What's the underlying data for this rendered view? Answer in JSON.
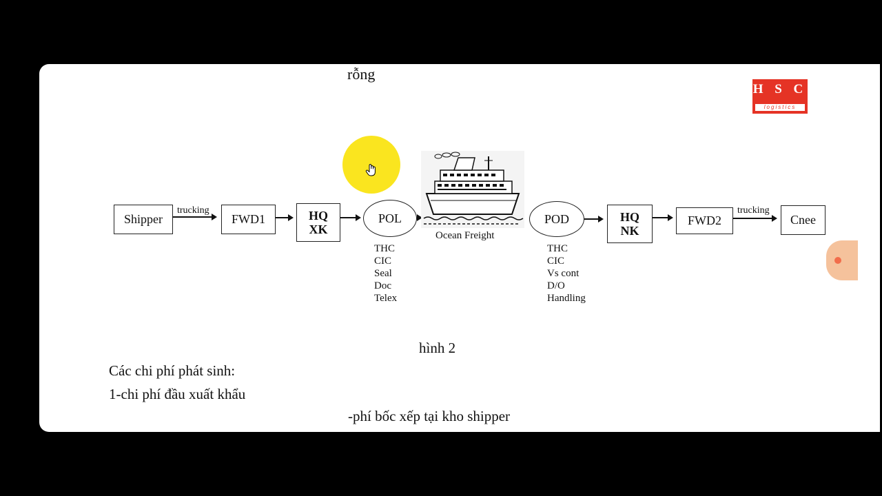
{
  "top_text": "rỗng",
  "logo": {
    "line1": "H S C",
    "line2": "logistics",
    "color": "#e53325"
  },
  "diagram": {
    "shipper": "Shipper",
    "trucking_left": "trucking",
    "fwd1": "FWD1",
    "hq_xk": {
      "line1": "HQ",
      "line2": "XK"
    },
    "pol": "POL",
    "ship_caption": "Ocean Freight",
    "pod": "POD",
    "hq_nk": {
      "line1": "HQ",
      "line2": "NK"
    },
    "fwd2": "FWD2",
    "trucking_right": "trucking",
    "cnee": "Cnee",
    "pol_costs": [
      "THC",
      "CIC",
      "Seal",
      "Doc",
      "Telex"
    ],
    "pod_costs": [
      "THC",
      "CIC",
      "Vs cont",
      "D/O",
      "Handling"
    ]
  },
  "caption": "hình 2",
  "body": {
    "line1": "Các chi phí phát sinh:",
    "line2": "1-chi phí đầu xuất khẩu",
    "line3": "-phí bốc xếp tại kho shipper"
  },
  "colors": {
    "highlight": "#fae51f",
    "background": "#000000"
  },
  "icons": [
    "hand-cursor-icon",
    "ship-icon"
  ]
}
